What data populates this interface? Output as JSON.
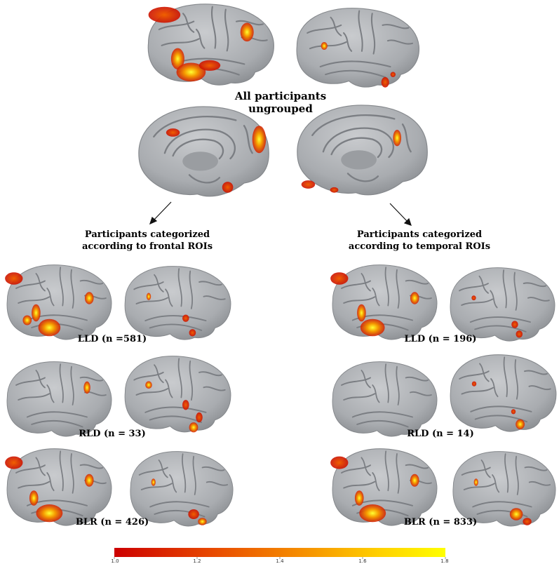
{
  "title": "All participants ungrouped",
  "frontal_heading": "Participants categorized according to frontal ROIs",
  "temporal_heading": "Participants categorized according to temporal ROIs",
  "frontal_groups": [
    {
      "label": "LLD (n =581)"
    },
    {
      "label": "RLD (n = 33)"
    },
    {
      "label": "BLR (n = 426)"
    }
  ],
  "temporal_groups": [
    {
      "label": "LLD (n = 196)"
    },
    {
      "label": "RLD (n = 14)"
    },
    {
      "label": "BLR (n = 833)"
    }
  ],
  "colorbar": {
    "ticks": [
      "1.0",
      "1.2",
      "1.4",
      "1.6",
      "1.8"
    ],
    "min": 1.0,
    "max": 1.8,
    "colors": [
      "#cc0000",
      "#e84a00",
      "#f58a00",
      "#ffd000",
      "#ffff00"
    ]
  },
  "colors": {
    "brain": "#a9acb0",
    "sulcus": "#7b7e83"
  }
}
